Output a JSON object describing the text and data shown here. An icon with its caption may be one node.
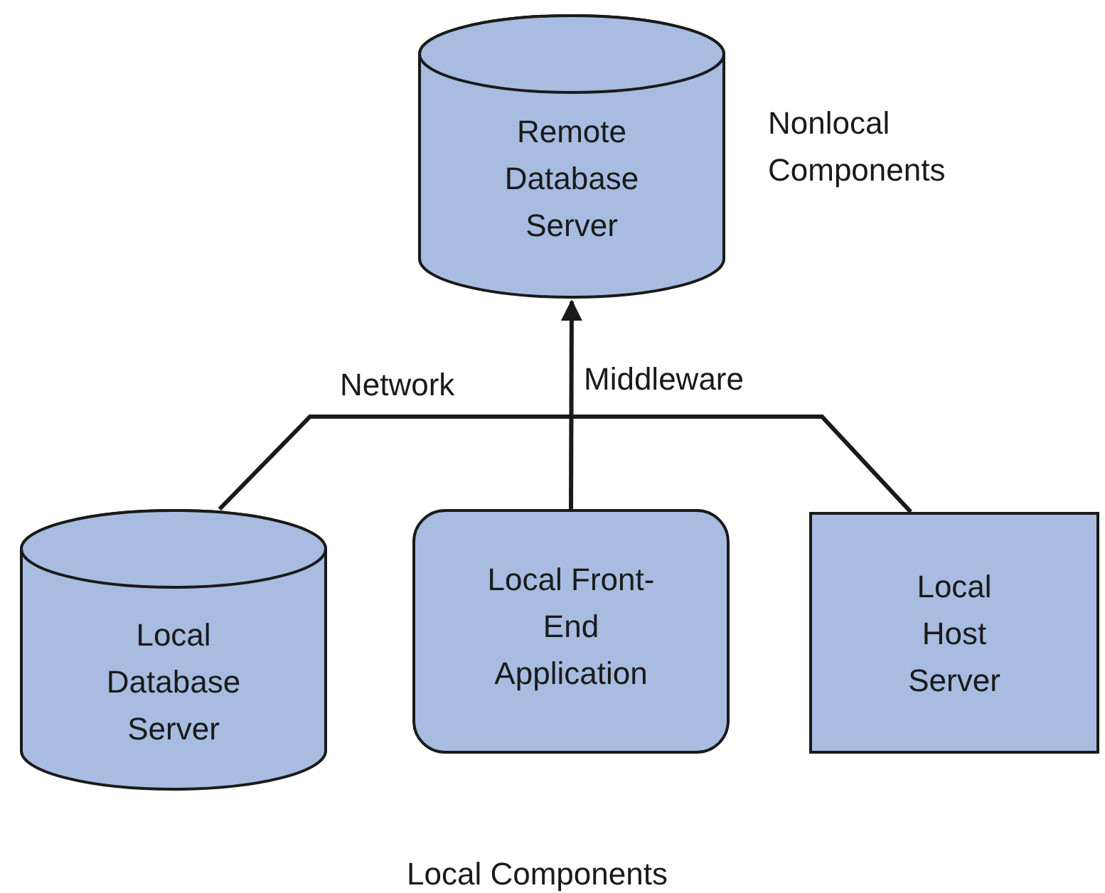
{
  "diagram": {
    "nodes": [
      {
        "text": [
          "Remote Database Server"
        ]
      },
      {
        "text": [
          "Local Database Server"
        ]
      },
      {
        "text": [
          "Local Front-End Application"
        ]
      },
      {
        "text": [
          "Local Host Server"
        ]
      }
    ],
    "edges": [
      {
        "from": 1,
        "to": 3,
        "arrow": "none",
        "label": "Network"
      },
      {
        "from": 2,
        "to": 0,
        "arrow": "to",
        "label": "Middleware"
      }
    ],
    "labels": [
      "Nonlocal Components",
      "Local Components"
    ]
  }
}
